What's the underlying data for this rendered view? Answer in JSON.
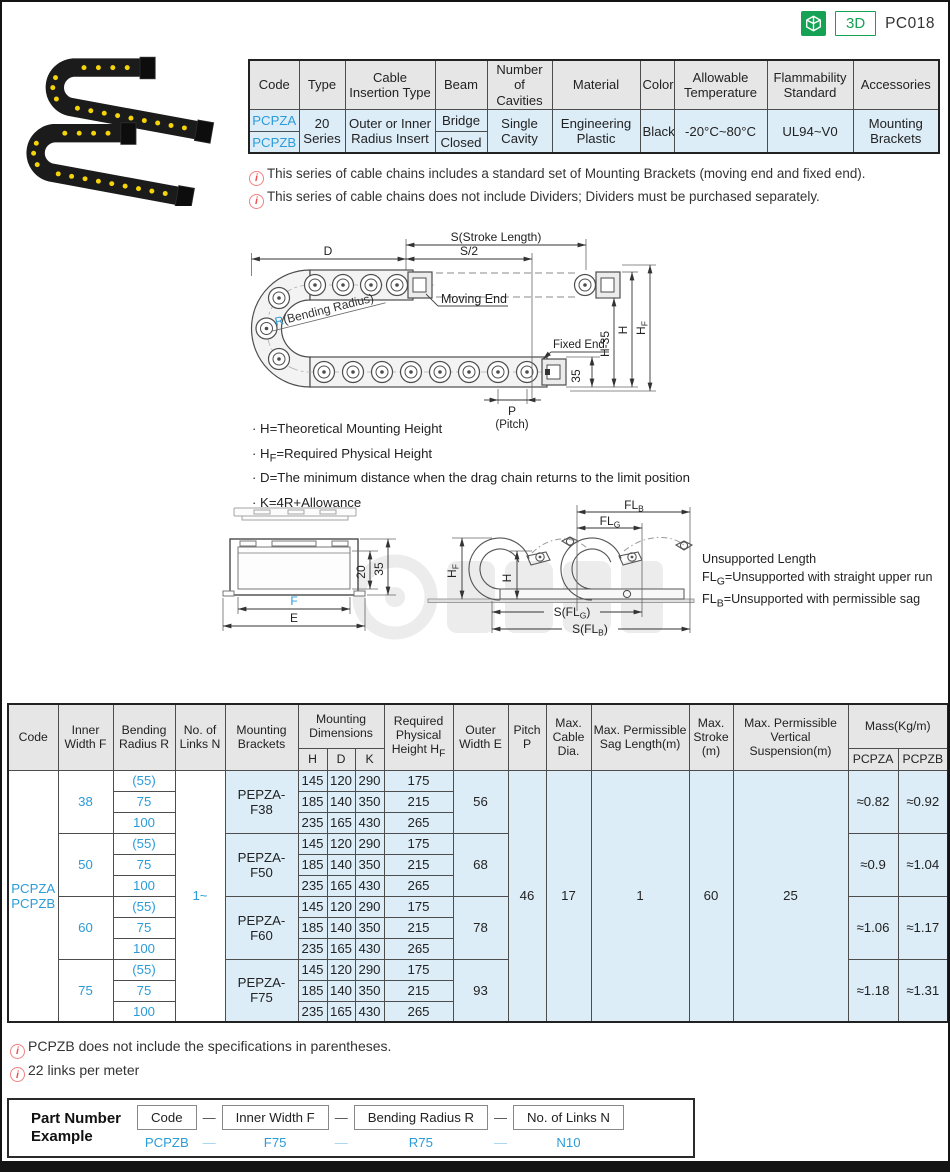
{
  "page": {
    "code": "PC018",
    "badge_3d": "3D"
  },
  "colors": {
    "accent_blue": "#2b9cd8",
    "light_blue_bg": "#dcedf8",
    "green": "#15a254",
    "note_red": "#ee4f4f"
  },
  "table1": {
    "headers": [
      "Code",
      "Type",
      "Cable Insertion Type",
      "Beam",
      "Number of Cavities",
      "Material",
      "Color",
      "Allowable Temperature",
      "Flammability Standard",
      "Accessories"
    ],
    "row": {
      "code_a": "PCPZA",
      "code_b": "PCPZB",
      "type": "20 Series",
      "insertion": "Outer or Inner Radius Insert",
      "beam_a": "Bridge",
      "beam_b": "Closed",
      "cavities": "Single Cavity",
      "material": "Engineering Plastic",
      "color": "Black",
      "temperature": "-20°C~80°C",
      "flammability": "UL94~V0",
      "accessories": "Mounting Brackets"
    }
  },
  "info_top": [
    "This series of cable chains includes a standard set of Mounting Brackets (moving end and fixed end).",
    "This series of cable chains does not include Dividers; Dividers must be purchased separately."
  ],
  "diagram": {
    "s": "S(Stroke Length)",
    "s2": "S/2",
    "d": "D",
    "moving_end": "Moving End",
    "fixed_end": "Fixed End",
    "r_blue": "R",
    "r_rest": "(Bending Radius)",
    "h35": "H-35",
    "h": "H",
    "hf_main": "H",
    "hf_sub": "F",
    "d35": "35",
    "p": "P",
    "pitch": "(Pitch)"
  },
  "diagram_notes": [
    {
      "pre": "· H=Theoretical Mounting Height",
      "sub": "",
      "rest": ""
    },
    {
      "pre": "· H",
      "sub": "F",
      "rest": "=Required Physical Height"
    },
    {
      "pre": "· D=The minimum distance when the drag chain returns to the limit position",
      "sub": "",
      "rest": ""
    },
    {
      "pre": "· K=4R+Allowance",
      "sub": "",
      "rest": ""
    }
  ],
  "cross_section": {
    "f": "F",
    "e": "E",
    "d20": "20",
    "d35": "35"
  },
  "unsupported": {
    "flb_main": "FL",
    "flb_sub": "B",
    "flg_main": "FL",
    "flg_sub": "G",
    "hf_main": "H",
    "hf_sub": "F",
    "h": "H",
    "sflg_pre": "S(FL",
    "sflg_sub": "G",
    "sflg_post": ")",
    "sflb_pre": "S(FL",
    "sflb_sub": "B",
    "sflb_post": ")",
    "title": "Unsupported Length",
    "l1_pre": "FL",
    "l1_sub": "G",
    "l1_rest": "=Unsupported with straight upper run",
    "l2_pre": "FL",
    "l2_sub": "B",
    "l2_rest": "=Unsupported with permissible sag"
  },
  "table2": {
    "header": {
      "code": "Code",
      "inner": "Inner Width F",
      "bend": "Bending Radius R",
      "links": "No. of Links N",
      "brackets": "Mounting Brackets",
      "mounting_dims": "Mounting Dimensions",
      "h": "H",
      "d": "D",
      "k": "K",
      "req_pre": "Required Physical Height H",
      "req_sub": "F",
      "outer": "Outer Width E",
      "pitch": "Pitch P",
      "cable": "Max. Cable Dia.",
      "sag": "Max. Permissible Sag Length(m)",
      "stroke": "Max. Stroke (m)",
      "vert": "Max. Permissible Vertical Suspension(m)",
      "mass": "Mass(Kg/m)",
      "col_a": "PCPZA",
      "col_b": "PCPZB"
    },
    "shared": {
      "code_a": "PCPZA",
      "code_b": "PCPZB",
      "links": "1~",
      "pitch": "46",
      "cable": "17",
      "sag": "1",
      "stroke": "60",
      "vert": "25"
    },
    "groups": [
      {
        "inner": "38",
        "radii": [
          "(55)",
          "75",
          "100"
        ],
        "bracket": "PEPZA-F38",
        "rows": [
          [
            "145",
            "120",
            "290",
            "175"
          ],
          [
            "185",
            "140",
            "350",
            "215"
          ],
          [
            "235",
            "165",
            "430",
            "265"
          ]
        ],
        "outer": "56",
        "mass_a": "≈0.82",
        "mass_b": "≈0.92"
      },
      {
        "inner": "50",
        "radii": [
          "(55)",
          "75",
          "100"
        ],
        "bracket": "PEPZA-F50",
        "rows": [
          [
            "145",
            "120",
            "290",
            "175"
          ],
          [
            "185",
            "140",
            "350",
            "215"
          ],
          [
            "235",
            "165",
            "430",
            "265"
          ]
        ],
        "outer": "68",
        "mass_a": "≈0.9",
        "mass_b": "≈1.04"
      },
      {
        "inner": "60",
        "radii": [
          "(55)",
          "75",
          "100"
        ],
        "bracket": "PEPZA-F60",
        "rows": [
          [
            "145",
            "120",
            "290",
            "175"
          ],
          [
            "185",
            "140",
            "350",
            "215"
          ],
          [
            "235",
            "165",
            "430",
            "265"
          ]
        ],
        "outer": "78",
        "mass_a": "≈1.06",
        "mass_b": "≈1.17"
      },
      {
        "inner": "75",
        "radii": [
          "(55)",
          "75",
          "100"
        ],
        "bracket": "PEPZA-F75",
        "rows": [
          [
            "145",
            "120",
            "290",
            "175"
          ],
          [
            "185",
            "140",
            "350",
            "215"
          ],
          [
            "235",
            "165",
            "430",
            "265"
          ]
        ],
        "outer": "93",
        "mass_a": "≈1.18",
        "mass_b": "≈1.31"
      }
    ]
  },
  "info_bottom": [
    "PCPZB does not include the specifications in parentheses.",
    "22 links per meter"
  ],
  "part_example": {
    "title_1": "Part Number",
    "title_2": "Example",
    "dash": "—",
    "items": [
      {
        "label": "Code",
        "value": "PCPZB"
      },
      {
        "label": "Inner Width F",
        "value": "F75"
      },
      {
        "label": "Bending Radius R",
        "value": "R75"
      },
      {
        "label": "No. of Links N",
        "value": "N10"
      }
    ]
  }
}
